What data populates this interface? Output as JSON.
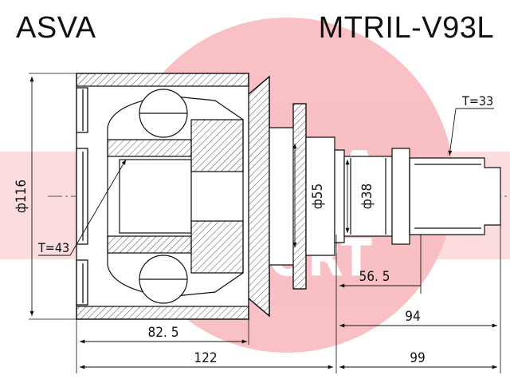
{
  "header": {
    "brand": "ASVA",
    "part_number": "MTRIL-V93L"
  },
  "watermark": {
    "word_top": "ASVA",
    "word_bottom": "SPORT",
    "color": "#e8222f"
  },
  "dimensions": {
    "body_diameter": "ф116",
    "neck_diameter": "ф55",
    "stem_diameter": "ф38",
    "spline_teeth_outer": "T=33",
    "spline_teeth_inner": "T=43",
    "len_82_5": "82. 5",
    "len_122": "122",
    "len_56_5": "56. 5",
    "len_94": "94",
    "len_99": "99"
  }
}
